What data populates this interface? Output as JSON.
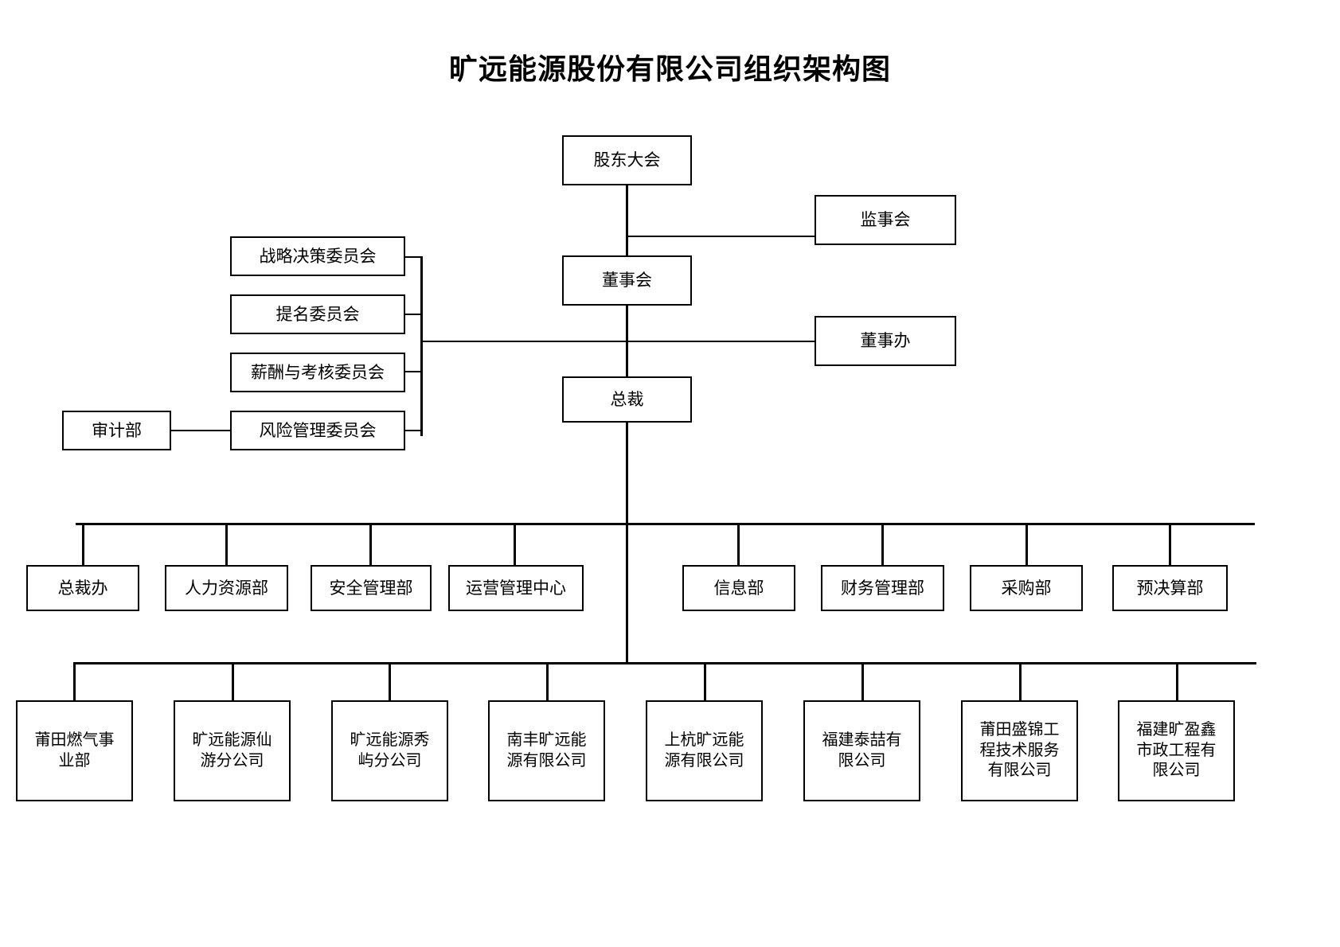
{
  "title": "旷远能源股份有限公司组织架构图",
  "governance": {
    "shareholders_meeting": "股东大会",
    "supervisory_board": "监事会",
    "board_of_directors": "董事会",
    "board_office": "董事办",
    "president": "总裁"
  },
  "committees": [
    {
      "label": "战略决策委员会"
    },
    {
      "label": "提名委员会"
    },
    {
      "label": "薪酬与考核委员会"
    },
    {
      "label": "风险管理委员会"
    }
  ],
  "audit": {
    "label": "审计部"
  },
  "departments": [
    {
      "label": "总裁办"
    },
    {
      "label": "人力资源部"
    },
    {
      "label": "安全管理部"
    },
    {
      "label": "运营管理中心"
    },
    {
      "label": "信息部"
    },
    {
      "label": "财务管理部"
    },
    {
      "label": "采购部"
    },
    {
      "label": "预决算部"
    }
  ],
  "subsidiaries": [
    {
      "label": "莆田燃气事\n业部"
    },
    {
      "label": "旷远能源仙\n游分公司"
    },
    {
      "label": "旷远能源秀\n屿分公司"
    },
    {
      "label": "南丰旷远能\n源有限公司"
    },
    {
      "label": "上杭旷远能\n源有限公司"
    },
    {
      "label": "福建泰喆有\n限公司"
    },
    {
      "label": "莆田盛锦工\n程技术服务\n有限公司"
    },
    {
      "label": "福建旷盈鑫\n市政工程有\n限公司"
    }
  ],
  "colors": {
    "line": "#000000",
    "box_fill": "#ffffff",
    "text": "#000000"
  }
}
